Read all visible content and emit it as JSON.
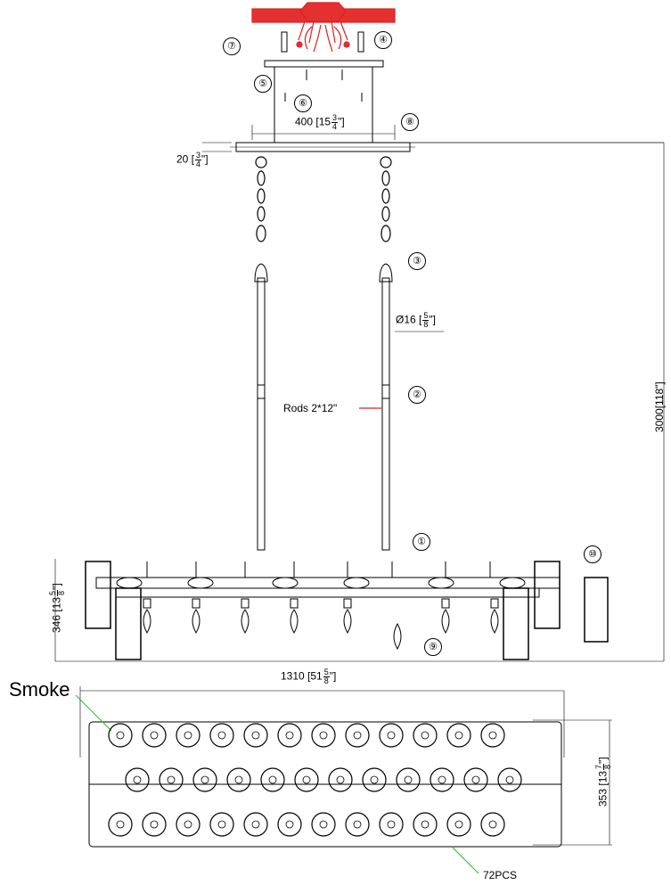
{
  "labels": {
    "ceiling_width": "400 [15",
    "ceiling_width_frac": [
      "3",
      "4"
    ],
    "canopy_height": "20 [",
    "canopy_height_frac": [
      "3",
      "4"
    ],
    "rod_diameter": "Ø16 [",
    "rod_diameter_frac": [
      "5",
      "8"
    ],
    "rods": "Rods 2*12\"",
    "total_height": "3000[118\"]",
    "body_height": "346 [13",
    "body_height_frac": [
      "5",
      "8"
    ],
    "body_length": "1310 [51",
    "body_length_frac": [
      "5",
      "8"
    ],
    "top_depth": "353 [13",
    "top_depth_frac": [
      "7",
      "8"
    ],
    "color_name": "Smoke",
    "piece_count": "72PCS",
    "close_bracket": "\"]"
  },
  "callouts": [
    "①",
    "②",
    "③",
    "④",
    "⑤",
    "⑥",
    "⑦",
    "⑧",
    "⑨",
    "⑩"
  ],
  "colors": {
    "highlight": "#e02020",
    "line": "#000000",
    "leader": "#22c022"
  }
}
